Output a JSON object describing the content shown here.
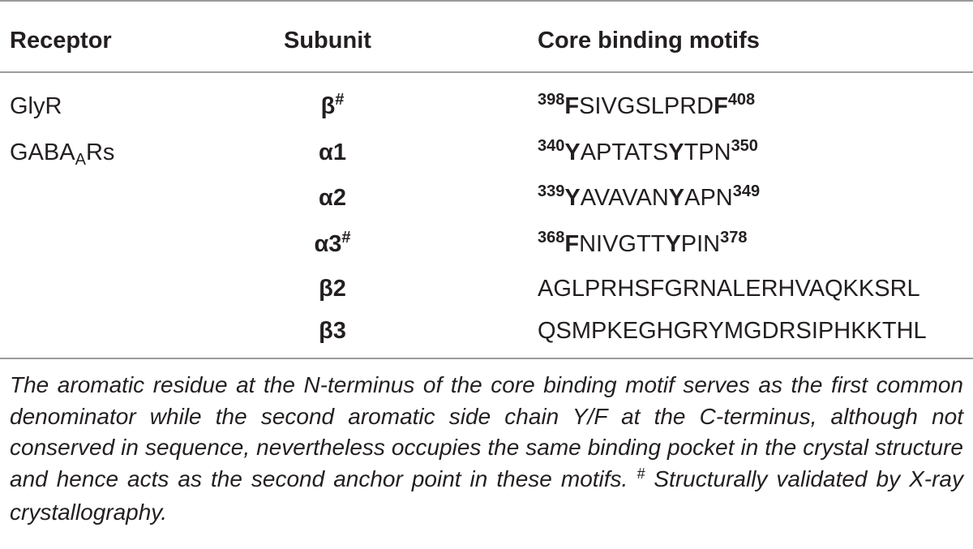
{
  "table": {
    "headers": {
      "receptor": "Receptor",
      "subunit": "Subunit",
      "motifs": "Core binding motifs"
    },
    "rows": [
      {
        "receptor": "GlyR",
        "subunit": "β",
        "subunit_sup": "#",
        "motif": {
          "start": "398",
          "aa1": "F",
          "mid": "SIVGSLPRD",
          "aa2": "F",
          "tail": "",
          "end": "408"
        }
      },
      {
        "receptor_main": "GABA",
        "receptor_sub": "A",
        "receptor_tail": "Rs",
        "subunit": "α1",
        "subunit_sup": "",
        "motif": {
          "start": "340",
          "aa1": "Y",
          "mid": "APTATS",
          "aa2": "Y",
          "tail": "TPN",
          "end": "350"
        }
      },
      {
        "subunit": "α2",
        "subunit_sup": "",
        "motif": {
          "start": "339",
          "aa1": "Y",
          "mid": "AVAVAN",
          "aa2": "Y",
          "tail": "APN",
          "end": "349"
        }
      },
      {
        "subunit": "α3",
        "subunit_sup": "#",
        "motif": {
          "start": "368",
          "aa1": "F",
          "mid": "NIVGTT",
          "aa2": "Y",
          "tail": "PIN",
          "end": "378"
        }
      },
      {
        "subunit": "β2",
        "subunit_sup": "",
        "motif_plain": "AGLPRHSFGRNALERHVAQKKSRL"
      },
      {
        "subunit": "β3",
        "subunit_sup": "",
        "motif_plain": "QSMPKEGHGRYMGDRSIPHKKTHL"
      }
    ]
  },
  "footnote": {
    "text": "The aromatic residue at the N-terminus of the core binding motif serves as the first common denominator while the second aromatic side chain Y/F at the C-terminus, although not conserved in sequence, nevertheless occupies the same binding pocket in the crystal structure and hence acts as the second anchor point in these motifs.",
    "marker": "#",
    "marker_text": " Structurally validated by X-ray crystallography."
  }
}
